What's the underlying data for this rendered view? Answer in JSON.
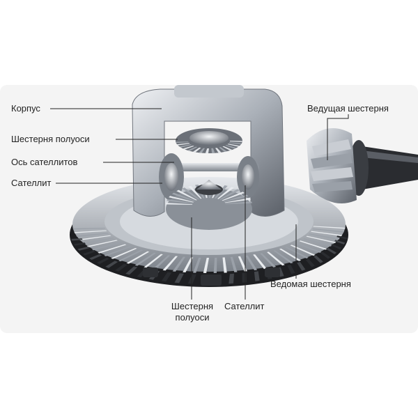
{
  "diagram": {
    "labels": {
      "housing": "Корпус",
      "side_gear_top": "Шестерня полуоси",
      "pinion_axle": "Ось сателлитов",
      "pinion_left": "Сателлит",
      "drive_pinion": "Ведущая шестерня",
      "ring_gear": "Ведомая шестерня",
      "side_gear_bottom_line1": "Шестерня",
      "side_gear_bottom_line2": "полуоси",
      "pinion_bottom": "Сателлит"
    },
    "colors": {
      "background": "#f4f4f4",
      "metal_light": "#d9dde2",
      "metal_dark": "#5b6068",
      "shadow": "#1e1f22",
      "leader_line": "#222222"
    }
  }
}
